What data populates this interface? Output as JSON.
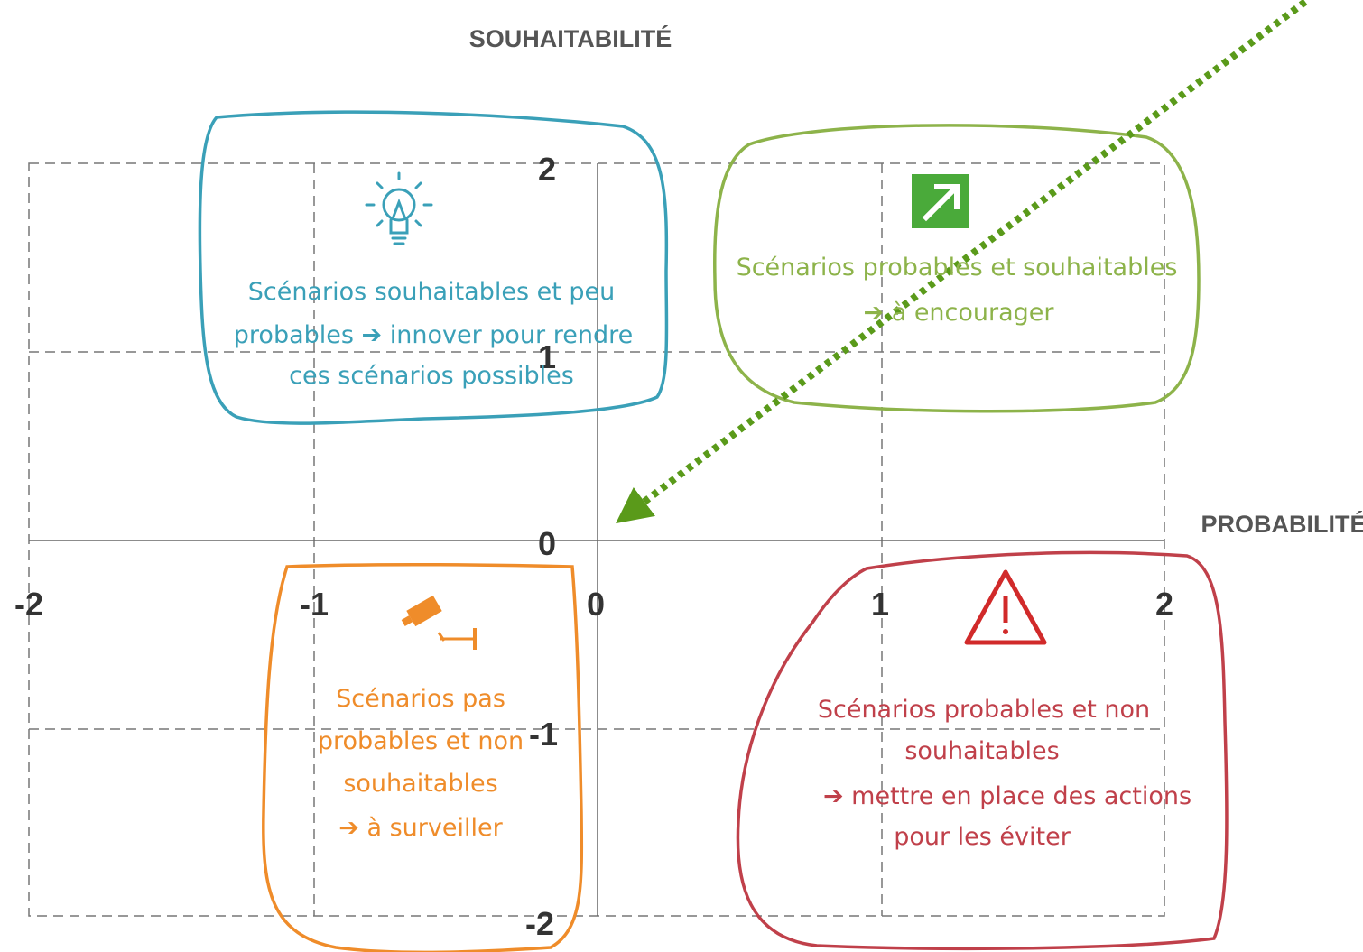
{
  "axes": {
    "y_title": "SOUHAITABILITÉ",
    "x_title": "PROBABILITÉ",
    "x_ticks": [
      "-2",
      "-1",
      "0",
      "1",
      "2"
    ],
    "y_ticks": [
      "2",
      "1",
      "0",
      "-1",
      "-2"
    ],
    "x_range": [
      -2,
      2
    ],
    "y_range": [
      -2,
      2
    ],
    "grid": "dashed"
  },
  "quadrants": {
    "top_left": {
      "icon": "lightbulb-icon",
      "color": "#3aa0b8",
      "lines": [
        "Scénarios souhaitables et peu",
        "probables ➔ innover pour rendre",
        "ces scénarios possibles"
      ]
    },
    "top_right": {
      "icon": "arrow-up-right-icon",
      "color": "#8db34a",
      "lines": [
        "Scénarios probables et souhaitables",
        "➔ à encourager"
      ]
    },
    "bottom_left": {
      "icon": "security-camera-icon",
      "color": "#ef8c2a",
      "lines": [
        "Scénarios pas",
        "probables et non",
        "souhaitables",
        "➔ à surveiller"
      ]
    },
    "bottom_right": {
      "icon": "warning-triangle-icon",
      "color": "#c0404a",
      "lines": [
        "Scénarios probables et non",
        "souhaitables",
        "➔ mettre  en  place des actions",
        "pour les éviter"
      ]
    }
  },
  "arrow_color": "#5a9a1a"
}
